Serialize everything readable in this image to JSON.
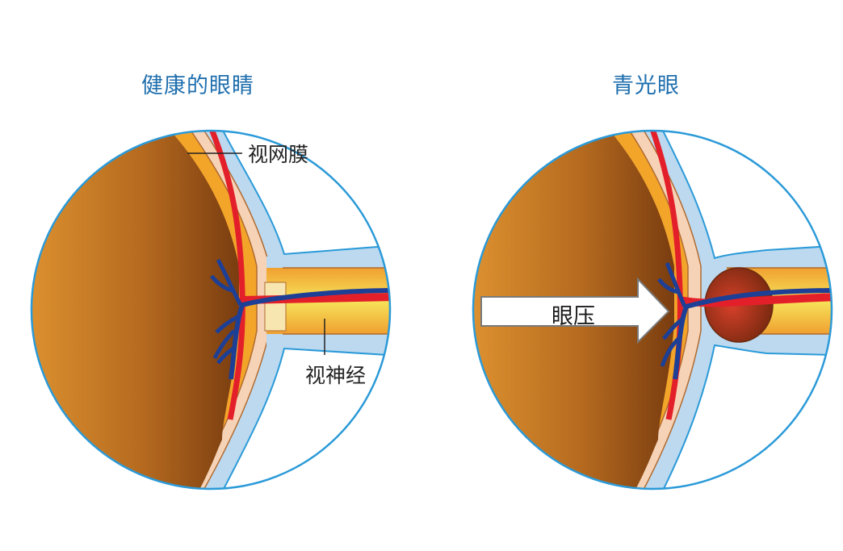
{
  "diagram": {
    "healthy": {
      "title": "健康的眼睛",
      "labels": {
        "retina": "视网膜",
        "optic_nerve": "视神经"
      }
    },
    "glaucoma": {
      "title": "青光眼",
      "labels": {
        "pressure": "眼压"
      }
    }
  },
  "colors": {
    "title_blue": "#1f6fae",
    "circle_outline": "#2b9ad8",
    "eyeball_dark": "#8a4a14",
    "eyeball_light": "#d98a2a",
    "retina_orange": "#f3a52a",
    "retina_pink": "#f6d2b5",
    "sclera_blue": "#b9d8ef",
    "nerve_yellow": "#f4d84a",
    "artery_red": "#e3202a",
    "vein_blue": "#1d3f95"
  }
}
